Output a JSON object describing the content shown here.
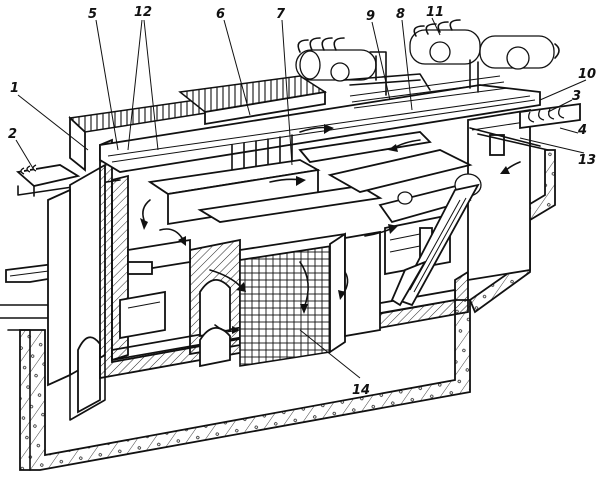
{
  "figure": {
    "labels": [
      {
        "id": "1",
        "text": "1"
      },
      {
        "id": "2",
        "text": "2"
      },
      {
        "id": "3",
        "text": "3"
      },
      {
        "id": "4",
        "text": "4"
      },
      {
        "id": "5",
        "text": "5"
      },
      {
        "id": "6",
        "text": "6"
      },
      {
        "id": "7",
        "text": "7"
      },
      {
        "id": "8",
        "text": "8"
      },
      {
        "id": "9",
        "text": "9"
      },
      {
        "id": "10",
        "text": "10"
      },
      {
        "id": "11",
        "text": "11"
      },
      {
        "id": "12",
        "text": "12"
      },
      {
        "id": "13",
        "text": "13"
      },
      {
        "id": "14",
        "text": "14"
      }
    ]
  }
}
